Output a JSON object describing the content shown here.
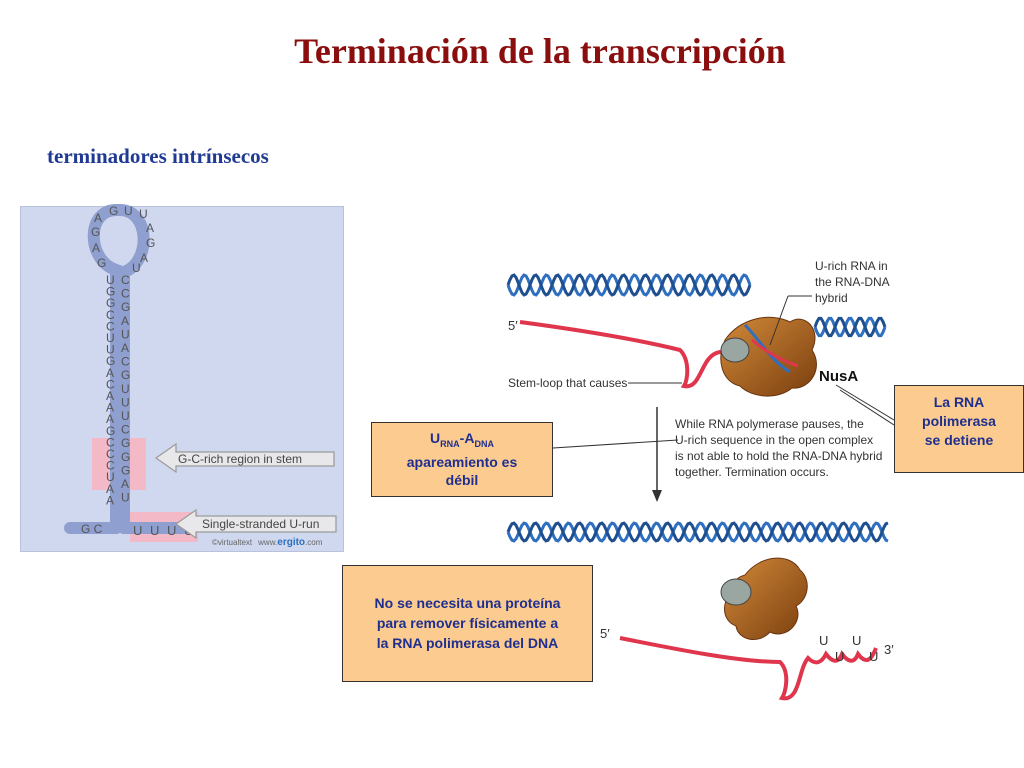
{
  "title": "Terminación de la transcripción",
  "subtitle": "terminadores intrínsecos",
  "stem_loop": {
    "loop_letters": [
      "A",
      "G",
      "U",
      "U",
      "A",
      "G",
      "A",
      "U",
      "G",
      "A",
      "G"
    ],
    "left_stem": [
      "U",
      "G",
      "G",
      "C",
      "C",
      "U",
      "U",
      "G",
      "A",
      "C",
      "A",
      "A",
      "A",
      "G",
      "C",
      "C",
      "C",
      "U",
      "A",
      "A"
    ],
    "right_stem": [
      "C",
      "C",
      "G",
      "A",
      "U",
      "A",
      "C",
      "G",
      "U",
      "U",
      "U",
      "C",
      "G",
      "G",
      "G",
      "A",
      "U"
    ],
    "tail_left": "G C",
    "u_run": "U U U U",
    "gc_label": "G-C-rich region in stem",
    "urun_label": "Single-stranded U-run",
    "credit_prefix": "©virtualtext",
    "credit_mid": "www.",
    "credit_brand": "ergito",
    "credit_suffix": ".com"
  },
  "figure": {
    "hybrid_label": "U-rich RNA in the RNA-DNA hybrid",
    "hybrid_lines": [
      "U-rich RNA in",
      "the RNA-DNA",
      "hybrid"
    ],
    "five_prime_top": "5′",
    "stemloop_label": "Stem-loop that causes",
    "nusa": "NusA",
    "pause_lines": [
      "While RNA polymerase pauses, the",
      "U-rich sequence in the open complex",
      "is not able to hold the RNA-DNA hybrid",
      "together. Termination occurs."
    ],
    "five_prime_bottom": "5′",
    "three_prime": "3′",
    "u_bottom": [
      "U",
      "U",
      "U",
      "U"
    ]
  },
  "notes": {
    "urna_sub1": "RNA",
    "urna_sub2": "DNA",
    "urna_line2": "apareamiento es",
    "urna_line3": "débil",
    "stop_l1": "La RNA",
    "stop_l2": "polimerasa",
    "stop_l3": "se detiene",
    "noprot_l1": "No se necesita una proteína",
    "noprot_l2": "para remover físicamente a",
    "noprot_l3": "la RNA polimerasa del DNA"
  },
  "colors": {
    "title": "#8b0e0e",
    "subtitle": "#1f3a93",
    "note_bg": "#fbcb8f",
    "rna": "#e0364d",
    "dna": "#2e6fbf",
    "polymerase": "#a8601a"
  }
}
